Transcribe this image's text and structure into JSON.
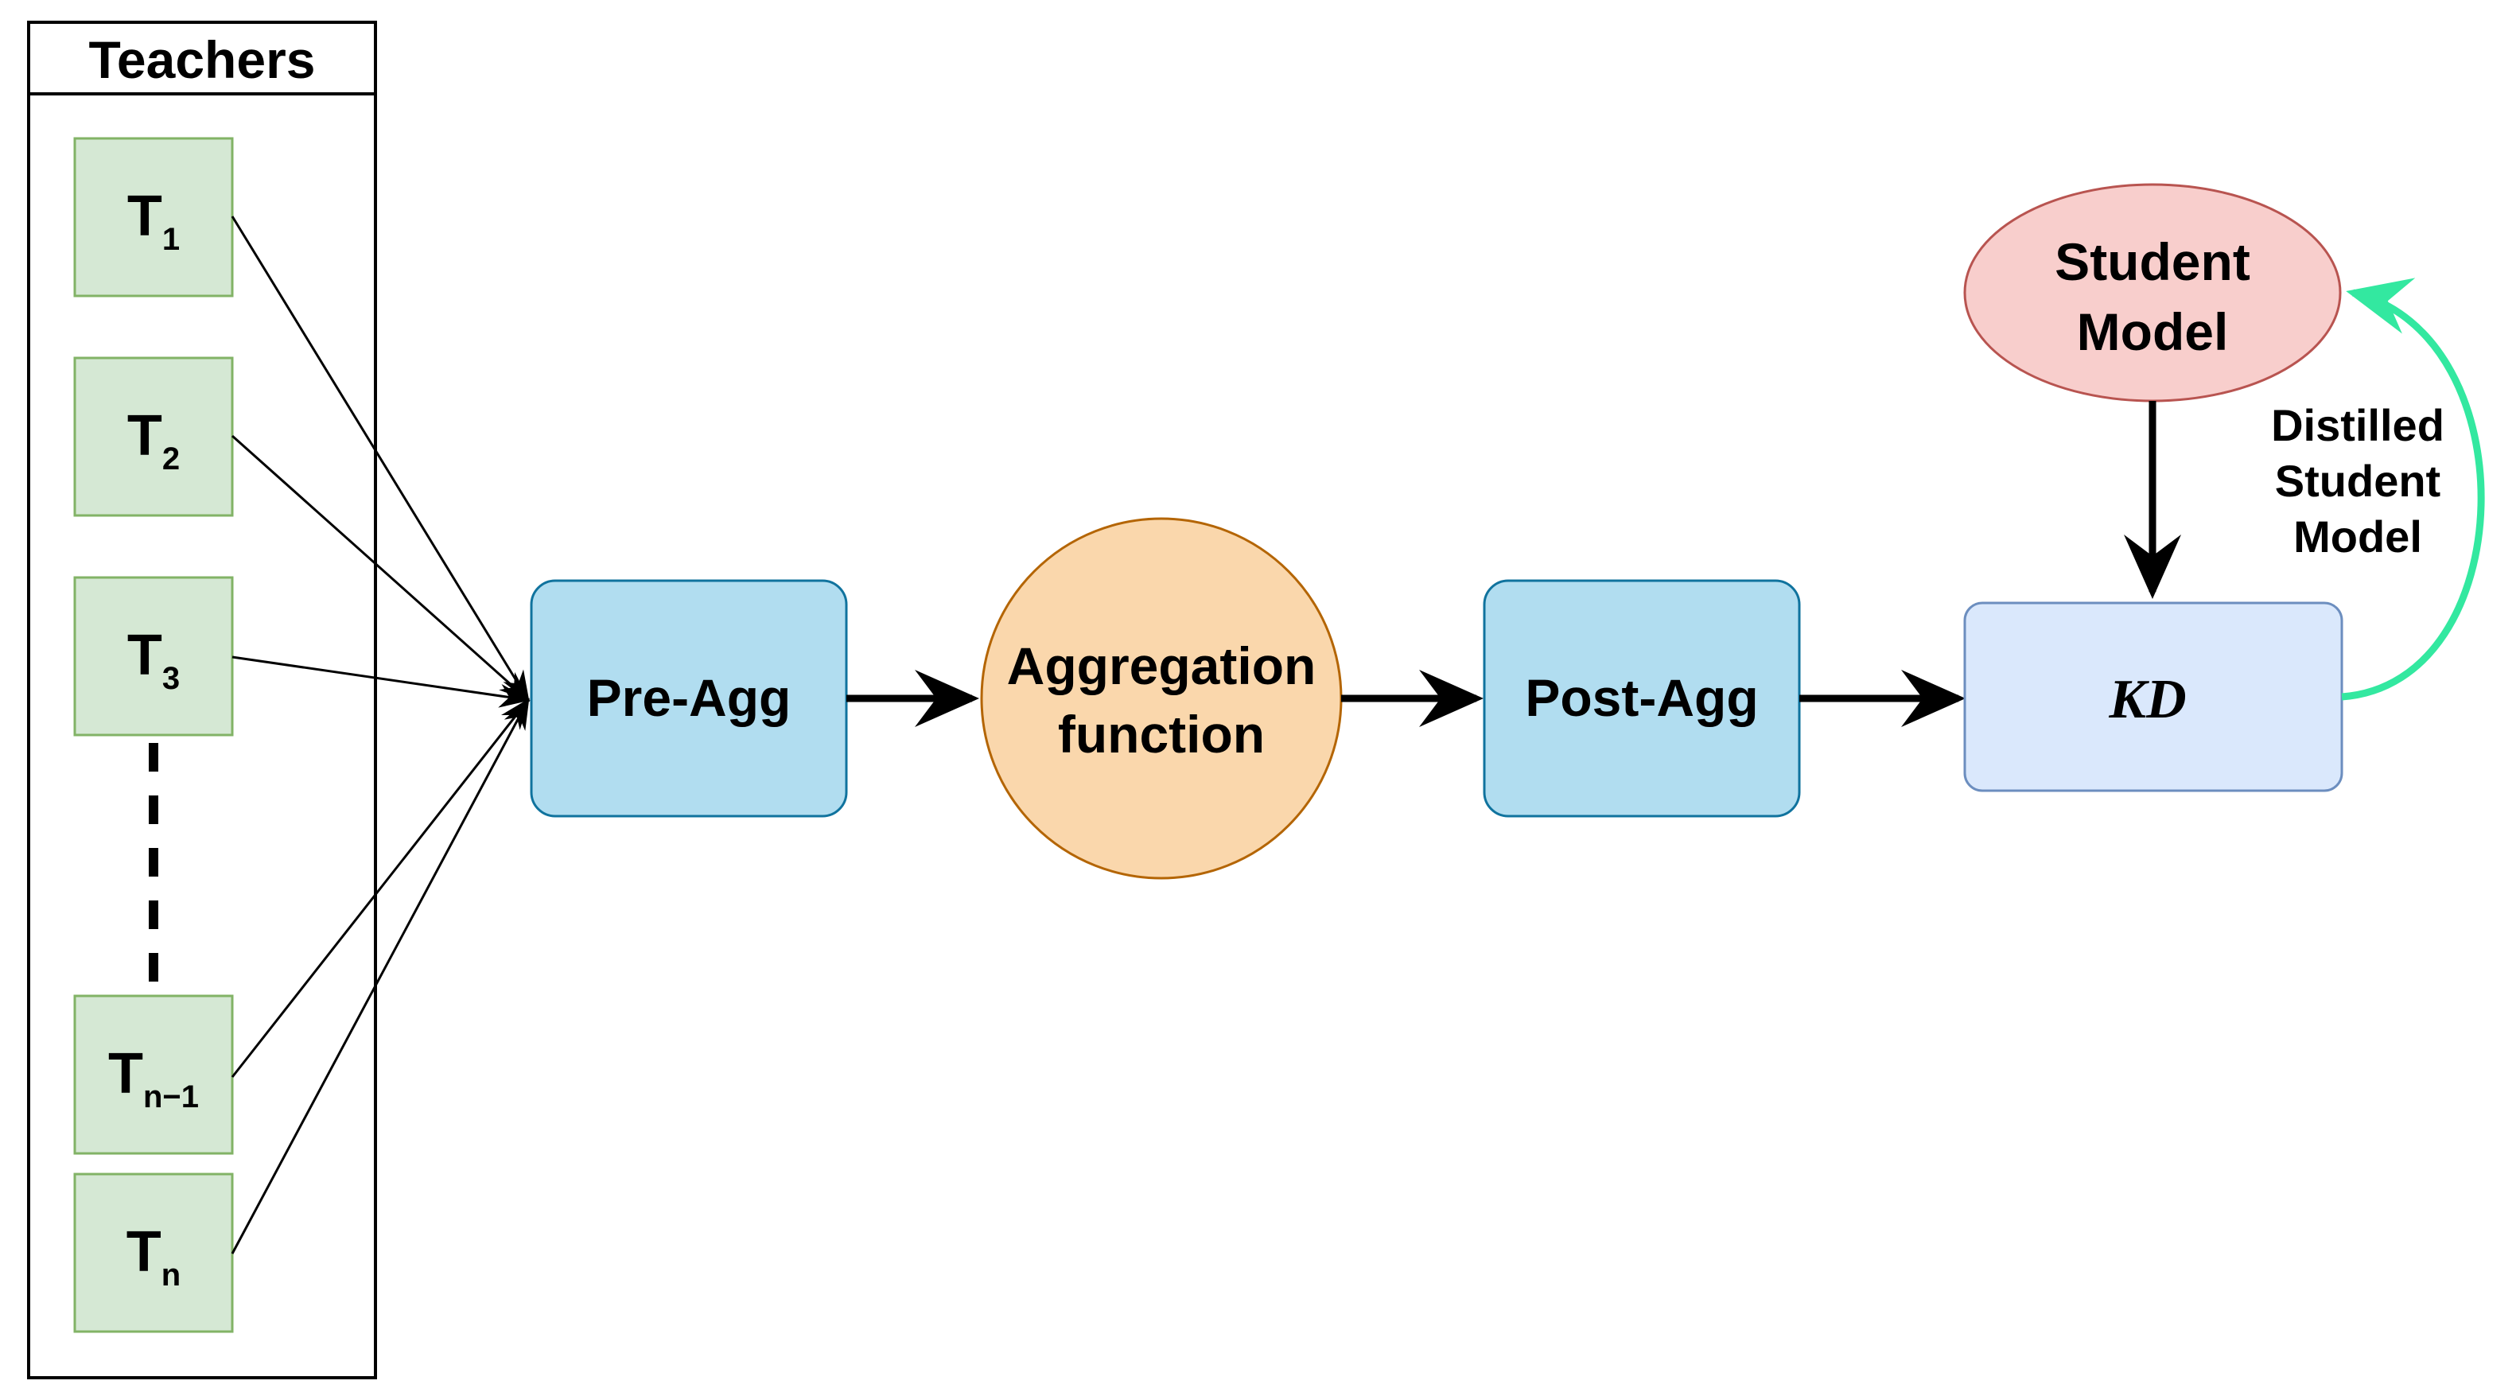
{
  "teachers": {
    "title": "Teachers",
    "items": [
      {
        "main": "T",
        "sub": "1"
      },
      {
        "main": "T",
        "sub": "2"
      },
      {
        "main": "T",
        "sub": "3"
      },
      {
        "main": "T",
        "sub": "n−1"
      },
      {
        "main": "T",
        "sub": "n"
      }
    ]
  },
  "nodes": {
    "pre_agg": "Pre-Agg",
    "aggregation": [
      "Aggregation",
      "function"
    ],
    "post_agg": "Post-Agg",
    "kd": "KD",
    "student": [
      "Student",
      "Model"
    ]
  },
  "feedback_label": [
    "Distilled",
    "Student",
    "Model"
  ],
  "colors": {
    "teacher_fill": "#d5e8d4",
    "teacher_stroke": "#82b366",
    "process_fill": "#b1ddf0",
    "process_stroke": "#10739e",
    "aggregation_fill": "#fad7ac",
    "aggregation_stroke": "#b46504",
    "kd_fill": "#dae8fc",
    "kd_stroke": "#6c8ebf",
    "student_fill": "#f8cecc",
    "student_stroke": "#b85450",
    "feedback_arrow": "#33e8a0"
  }
}
